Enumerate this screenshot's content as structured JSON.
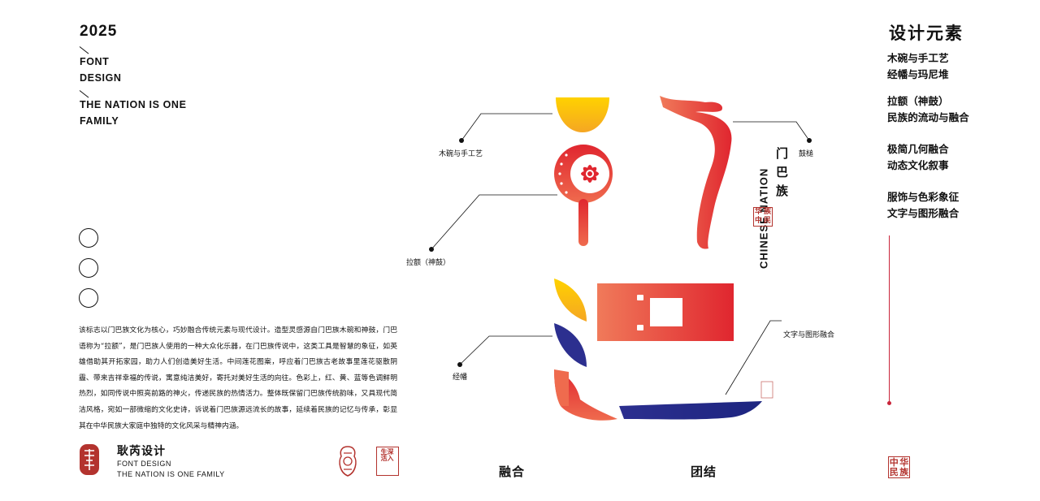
{
  "header": {
    "year": "2025",
    "line1": "FONT",
    "line2": "DESIGN",
    "line3": "THE NATION IS ONE",
    "line4": "FAMILY"
  },
  "description": "该标志以门巴族文化为核心，巧妙融合传统元素与现代设计。造型灵感源自门巴族木碗和神鼓，门巴语称为“拉额”，是门巴族人使用的一种大众化乐器，在门巴族传说中，这类工具是智慧的象征，如英雄借助其开拓家园，助力人们创造美好生活。中间莲花图案，呼应着门巴族古老故事里莲花驱散阴霾、带来吉祥幸福的传说，寓意纯洁美好，寄托对美好生活的向往。色彩上，红、黄、蓝等色调鲜明热烈，如同传说中照亮前路的神火，传递民族的热情活力。整体既保留门巴族传统韵味，又具现代简洁风格，宛如一部微缩的文化史诗，诉说着门巴族源远流长的故事，延续着民族的记忆与传承，彰显其在中华民族大家庭中独特的文化风采与精神内涵。",
  "footer": {
    "brand": "耿芮设计",
    "line1": "FONT DESIGN",
    "line2": "THE NATION IS ONE FAMILY",
    "seal_small": "深入生活"
  },
  "callouts": {
    "bowl": "木碗与手工艺",
    "drum": "拉额（神鼓）",
    "banner": "经幡",
    "drumstick": "鼓槌",
    "text_graphic": "文字与图形融合"
  },
  "logo": {
    "vertical_en": "CHINESE NATION",
    "vertical_cn": "门巴族",
    "seal": [
      "华",
      "族",
      "中",
      "民"
    ],
    "colors": {
      "red": "#e0262f",
      "orange": "#ef6b4e",
      "yellow": "#f6c800",
      "blue": "#2c2f8f"
    }
  },
  "bottom_words": {
    "left": "融合",
    "right": "团结"
  },
  "elements": {
    "title": "设计元素",
    "items": [
      [
        "木碗与手工艺",
        "经幡与玛尼堆"
      ],
      [
        "拉额（神鼓）",
        "民族的流动与融合"
      ],
      [
        "极简几何融合",
        "动态文化叙事"
      ],
      [
        "服饰与色彩象征",
        "文字与图形融合"
      ]
    ],
    "seal": [
      "中",
      "华",
      "民",
      "族"
    ]
  }
}
